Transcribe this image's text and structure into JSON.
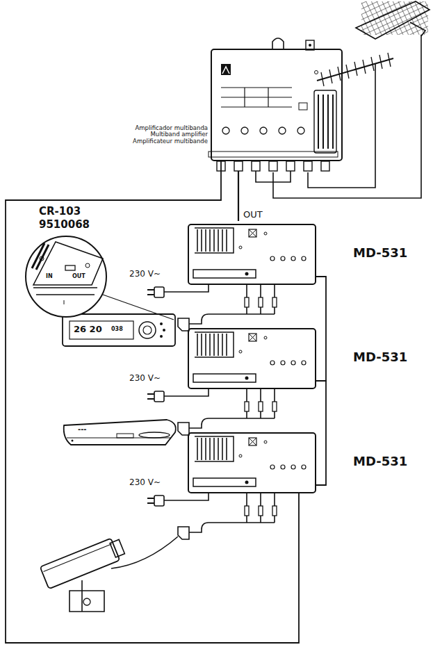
{
  "diagram": {
    "nodes": [
      {
        "text": [
          "Amplificador multibanda",
          "Multiband amplifier",
          "Amplificateur multibande"
        ]
      },
      {
        "text": [
          "MD-531"
        ]
      },
      {
        "text": [
          "MD-531"
        ]
      },
      {
        "text": [
          "MD-531"
        ]
      }
    ],
    "edges": [
      {
        "from": 1,
        "to": 2,
        "arrow": "none"
      },
      {
        "from": 2,
        "to": 3,
        "arrow": "none"
      },
      {
        "from": 3,
        "to": 0,
        "arrow": "none"
      }
    ],
    "labels": [
      "CR-103",
      "9510068",
      "OUT",
      "230 V~",
      "230 V~",
      "230 V~",
      "IN",
      "OUT",
      "26 20",
      "038",
      "---"
    ]
  }
}
